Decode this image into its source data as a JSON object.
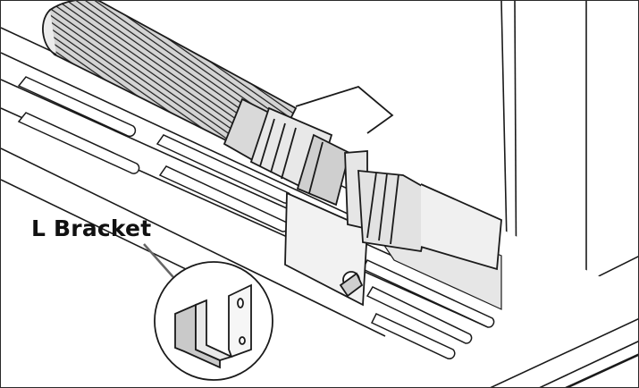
{
  "callout": {
    "label": "L Bracket"
  },
  "colors": {
    "line": "#1a1a1a",
    "shade_light": "#e6e6e6",
    "shade_mid": "#c9c9c9",
    "background": "#ffffff"
  },
  "icons": [
    "pipe-fitting-illustration",
    "l-bracket-icon",
    "callout-arrow"
  ]
}
